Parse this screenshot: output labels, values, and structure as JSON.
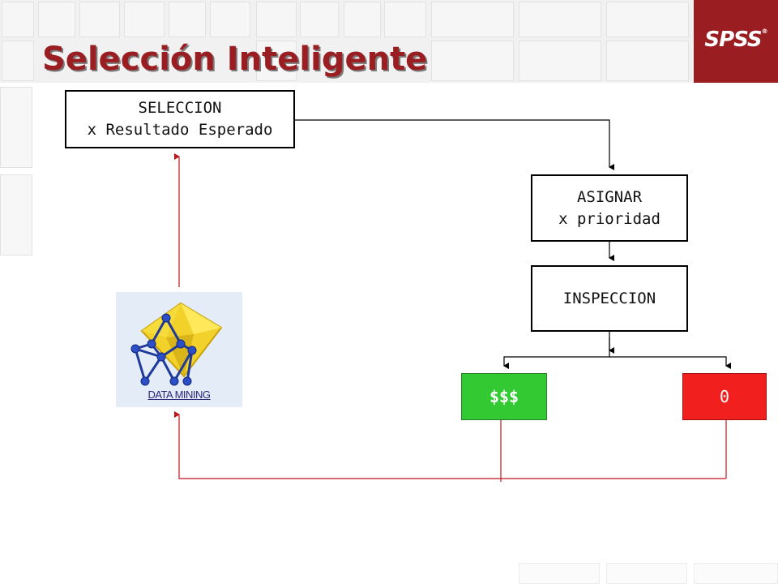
{
  "slide": {
    "title": "Selección Inteligente",
    "logo_text": "SPSS",
    "logo_mark": "®"
  },
  "diagram": {
    "nodes": [
      {
        "id": "seleccion",
        "line1": "SELECCION",
        "line2": "x Resultado Esperado"
      },
      {
        "id": "asignar",
        "line1": "ASIGNAR",
        "line2": "x prioridad"
      },
      {
        "id": "inspeccion",
        "line1": "INSPECCION"
      },
      {
        "id": "money",
        "label": "$$$",
        "color": "#33c933"
      },
      {
        "id": "zero",
        "label": "0",
        "color": "#f21f1f"
      }
    ],
    "data_mining": {
      "caption": "DATA MINING",
      "icon": "data-mining-network-icon"
    },
    "edges": [
      {
        "from": "seleccion",
        "to": "asignar",
        "color": "#000000"
      },
      {
        "from": "asignar",
        "to": "inspeccion",
        "color": "#000000"
      },
      {
        "from": "inspeccion",
        "to": "money",
        "color": "#000000"
      },
      {
        "from": "inspeccion",
        "to": "zero",
        "color": "#000000"
      },
      {
        "from": "money",
        "to": "data_mining",
        "color": "#c0151a"
      },
      {
        "from": "zero",
        "to": "data_mining",
        "color": "#c0151a"
      },
      {
        "from": "data_mining",
        "to": "seleccion",
        "color": "#c0151a"
      }
    ]
  },
  "colors": {
    "brand": "#9a1d22",
    "feedback_line": "#c0151a"
  }
}
